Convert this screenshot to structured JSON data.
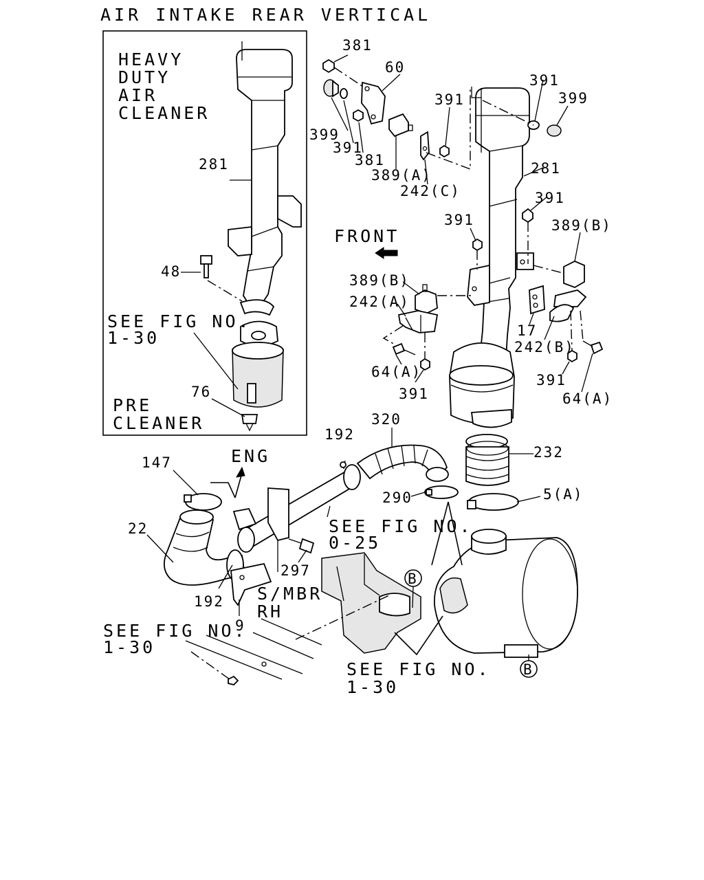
{
  "title": "AIR INTAKE REAR VERTICAL",
  "inset": {
    "heading": [
      "HEAVY",
      "DUTY",
      "AIR",
      "CLEANER"
    ],
    "see_fig": [
      "SEE FIG NO.",
      "1-30"
    ],
    "pre_cleaner": [
      "PRE",
      "CLEANER"
    ],
    "part_labels": [
      "281",
      "48",
      "76"
    ]
  },
  "labels": {
    "p381a": "381",
    "p60": "60",
    "p399a": "399",
    "p391a": "391",
    "p381b": "381",
    "p389a": "389(A)",
    "p391b": "391",
    "p242c": "242(C)",
    "p391c": "391",
    "p399b": "399",
    "p281": "281",
    "p391d": "391",
    "p389b_r": "389(B)",
    "p391e": "391",
    "front": "FRONT",
    "p389b_l": "389(B)",
    "p242a": "242(A)",
    "p17": "17",
    "p242b": "242(B)",
    "p64a_l": "64(A)",
    "p391f": "391",
    "p391g": "391",
    "p64a_r": "64(A)",
    "p192a": "192",
    "p320": "320",
    "p232": "232",
    "p147": "147",
    "eng": "ENG",
    "p290": "290",
    "p5a": "5(A)",
    "p22": "22",
    "see_fig_025": [
      "SEE FIG NO.",
      "0-25"
    ],
    "p297": "297",
    "p192b": "192",
    "smbr": [
      "S/MBR",
      "RH"
    ],
    "p9": "9",
    "see_fig_130_left": [
      "SEE FIG NO.",
      "1-30"
    ],
    "see_fig_130_bottom": [
      "SEE FIG NO.",
      "1-30"
    ],
    "ref_b_top": "B",
    "ref_b_bottom": "B"
  }
}
